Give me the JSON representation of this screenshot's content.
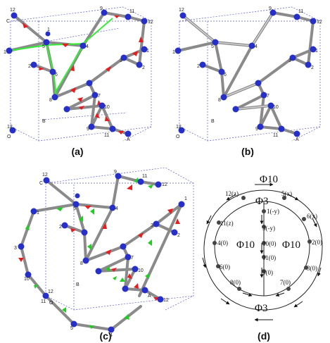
{
  "panels": {
    "a": {
      "label": "(a)"
    },
    "b": {
      "label": "(b)"
    },
    "c": {
      "label": "(c)"
    },
    "d": {
      "label": "(d)"
    }
  },
  "atom_labels": {
    "top_left": "12",
    "c": "C",
    "one_a": "1",
    "five": "5",
    "one_b": "1",
    "four": "4",
    "two_a": "2",
    "six": "6",
    "nine": "9",
    "eleven": "11",
    "twelve": "12",
    "one_c": "1",
    "three": "3",
    "two_b": "2",
    "eight": "8",
    "seven": "7",
    "ten": "10",
    "nine_b": "9",
    "eleven_b": "11",
    "b": "B",
    "o": "O",
    "twelve_b": "12",
    "a": "A",
    "three_c": "3",
    "ten_c": "10",
    "eleven_c": "11",
    "twelve_c": "12",
    "five_c": "5",
    "four_c": "4",
    "twelve_d": "12"
  },
  "graph": {
    "phi_top": "Φ10",
    "phi_upper": "Φ3",
    "phi_left": "Φ10",
    "phi_right": "Φ10",
    "phi_bottom": "Φ3",
    "nodes": {
      "n12": "12(z)",
      "n5": "5(x)",
      "n1": "1(-y)",
      "n6": "6(x)",
      "n11": "11(z)",
      "n3": "3(-y)",
      "n2": "2(0)",
      "n4": "4(0)",
      "n10": "10(0)",
      "n13": "11(0)",
      "n3b": "3(0)",
      "n6b": "6(0)",
      "n9": "9(0)",
      "n8": "8(0)",
      "n7": "7(0)"
    }
  },
  "colors": {
    "atom": "#2630c8",
    "bond": "#8a8a8a",
    "arrow_red": "#e81c1c",
    "arrow_green": "#22cc22",
    "highlight": "#33ee33",
    "box": "#5a5ad8"
  }
}
